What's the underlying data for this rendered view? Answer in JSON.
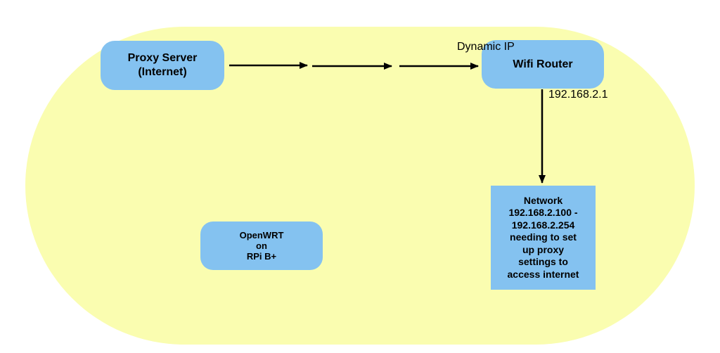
{
  "diagram": {
    "proxy_server": {
      "line1": "Proxy Server",
      "line2": "(Internet)"
    },
    "router": {
      "label": "Wifi Router"
    },
    "openwrt": {
      "line1": "OpenWRT",
      "line2": "on",
      "line3": "RPi B+"
    },
    "network": {
      "lines": [
        "Network",
        "192.168.2.100 -",
        "192.168.2.254",
        "needing to set",
        "up proxy",
        "settings to",
        "access internet"
      ]
    },
    "annotations": {
      "dynamic_ip": "Dynamic IP",
      "router_ip": "192.168.2.1"
    },
    "colors": {
      "zone_fill": "#fafdb0",
      "node_fill": "#84c2f0",
      "arrow": "#000000"
    }
  }
}
